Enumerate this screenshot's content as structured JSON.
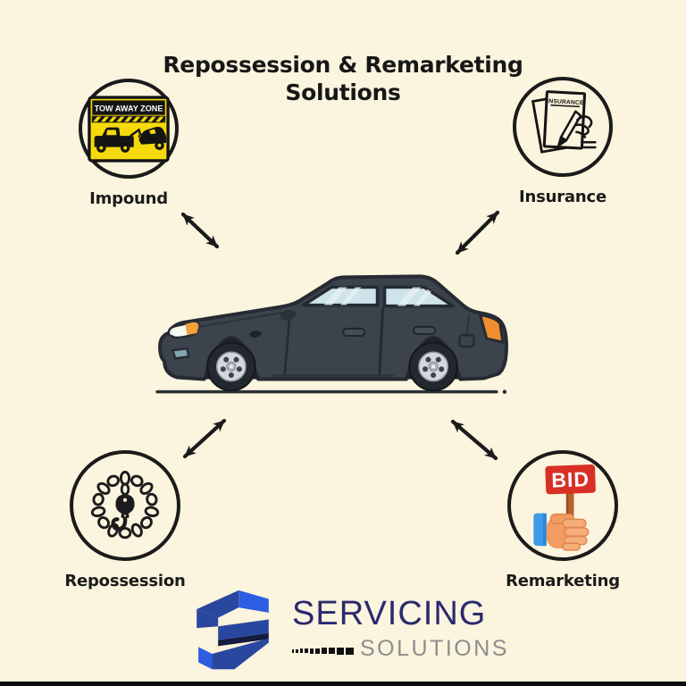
{
  "title": {
    "line1": "Repossession & Remarketing",
    "line2": "Solutions"
  },
  "nodes": {
    "impound": {
      "label": "Impound",
      "icon": "tow-away-zone-sign",
      "icon_text": "TOW AWAY ZONE"
    },
    "insurance": {
      "label": "Insurance",
      "icon": "insurance-document-signing",
      "icon_text": "INSURANCE"
    },
    "repossession": {
      "label": "Repossession",
      "icon": "chain-ring-with-tow-hook",
      "icon_text": ""
    },
    "remarketing": {
      "label": "Remarketing",
      "icon": "hand-holding-bid-paddle",
      "icon_text": "BID"
    }
  },
  "center": {
    "subject": "black-sedan-side-view"
  },
  "connectors": {
    "style": "double-headed-arrow",
    "count": 4
  },
  "logo": {
    "brand": "SERVICING",
    "brand_sub": "SOLUTIONS",
    "mark": "hexagon-s"
  },
  "colors": {
    "background": "#FBF4DE",
    "ink": "#1B1B1B",
    "sign_yellow": "#F5D90A",
    "bid_red": "#D93025",
    "sleeve_blue": "#3D9BE9",
    "hand_skin": "#F29B63",
    "car_body": "#3C434D",
    "car_window": "#CFE4EA",
    "light_orange": "#F2A23C",
    "logo_navy": "#2B2A6E",
    "logo_blue": "#2A47A0",
    "logo_bright_blue": "#2D5DE2",
    "logo_dark": "#141B3E",
    "logo_gray": "#8D8D8D"
  }
}
